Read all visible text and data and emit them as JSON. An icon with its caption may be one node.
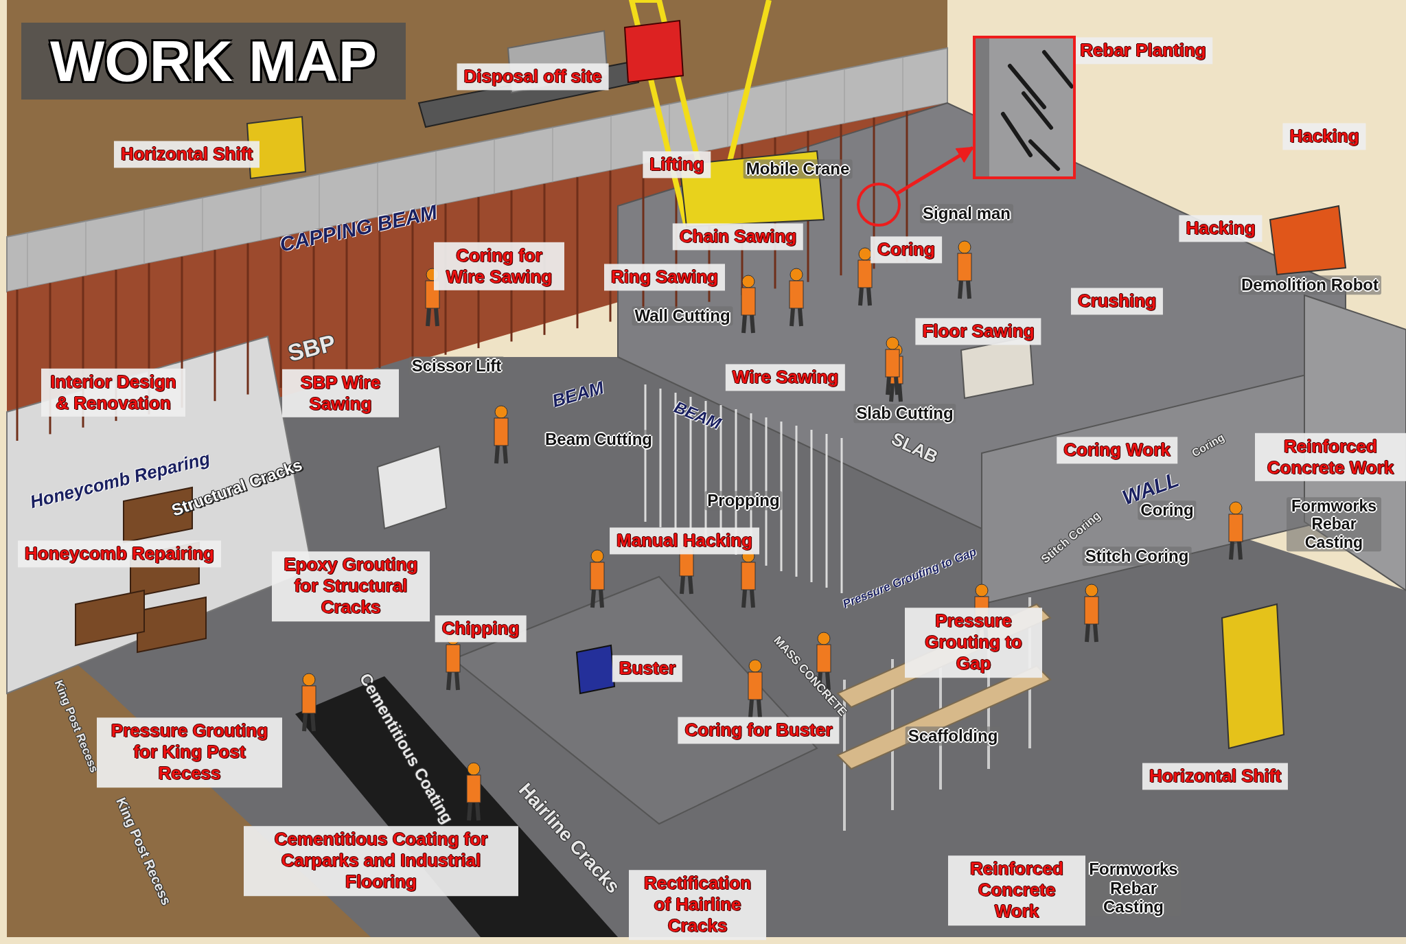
{
  "diagram": {
    "title": "WORK MAP",
    "nodes": [
      {
        "text": [
          "Disposal off site"
        ]
      },
      {
        "text": [
          "Horizontal Shift"
        ]
      },
      {
        "text": [
          "Lifting"
        ]
      },
      {
        "text": [
          "Rebar Planting"
        ]
      },
      {
        "text": [
          "Hacking"
        ]
      },
      {
        "text": [
          "Hacking"
        ]
      },
      {
        "text": [
          "Chain Sawing"
        ]
      },
      {
        "text": [
          "Coring"
        ]
      },
      {
        "text": [
          "Coring for Wire Sawing"
        ]
      },
      {
        "text": [
          "Ring Sawing"
        ]
      },
      {
        "text": [
          "Crushing"
        ]
      },
      {
        "text": [
          "Floor Sawing"
        ]
      },
      {
        "text": [
          "Interior Design & Renovation"
        ]
      },
      {
        "text": [
          "SBP Wire Sawing"
        ]
      },
      {
        "text": [
          "Wire Sawing"
        ]
      },
      {
        "text": [
          "Coring Work"
        ]
      },
      {
        "text": [
          "Reinforced Concrete Work"
        ]
      },
      {
        "text": [
          "Honeycomb Repairing"
        ]
      },
      {
        "text": [
          "Manual Hacking"
        ]
      },
      {
        "text": [
          "Epoxy Grouting for Structural Cracks"
        ]
      },
      {
        "text": [
          "Chipping"
        ]
      },
      {
        "text": [
          "Pressure Grouting to Gap"
        ]
      },
      {
        "text": [
          "Buster"
        ]
      },
      {
        "text": [
          "Coring for Buster"
        ]
      },
      {
        "text": [
          "Horizontal Shift"
        ]
      },
      {
        "text": [
          "Pressure Grouting for King Post Recess"
        ]
      },
      {
        "text": [
          "Cementitious Coating for Carparks and Industrial Flooring"
        ]
      },
      {
        "text": [
          "Rectification of Hairline Cracks"
        ]
      },
      {
        "text": [
          "Reinforced Concrete Work"
        ]
      },
      {
        "text": [],
        "shape": "circle"
      },
      {
        "text": [],
        "shape": "picture"
      }
    ],
    "edges": [
      {
        "from": 29,
        "to": 30,
        "arrow": "to",
        "color": "#ee1c1c"
      }
    ],
    "labels": [
      "Mobile Crane",
      "Signal man",
      "Demolition Robot",
      "CAPPING BEAM",
      "Wall Cutting",
      "SBP",
      "Scissor Lift",
      "BEAM",
      "BEAM",
      "Slab Cutting",
      "Beam Cutting",
      "SLAB",
      "Coring",
      "WALL",
      "Honeycomb Reparing",
      "Structural Cracks",
      "Propping",
      "Coring",
      "Formworks Rebar Casting",
      "Stitch Coring",
      "Stitch Coring",
      "Pressure Grouting to Gap",
      "MASS CONCRETE",
      "Scaffolding",
      "King Post Recess",
      "King Post Recess",
      "Cementitious Coating",
      "Hairline Cracks",
      "Formworks Rebar Casting"
    ]
  }
}
